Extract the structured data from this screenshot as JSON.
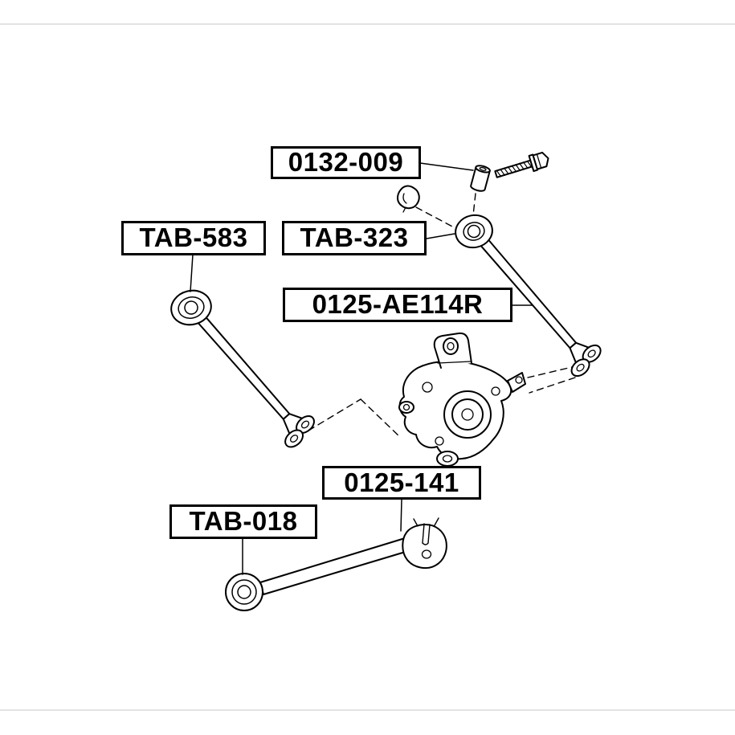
{
  "diagram": {
    "type": "exploded-parts-drawing",
    "subject": "rear suspension lateral control rods, bushings and knuckle",
    "colors": {
      "ink": "#000000",
      "paper": "#ffffff",
      "frame_line": "#d9d9d9"
    },
    "labels": [
      {
        "id": "0132-009",
        "text": "0132-009"
      },
      {
        "id": "TAB-583",
        "text": "TAB-583"
      },
      {
        "id": "TAB-323",
        "text": "TAB-323"
      },
      {
        "id": "0125-AE114R",
        "text": "0125-AE114R"
      },
      {
        "id": "0125-141",
        "text": "0125-141"
      },
      {
        "id": "TAB-018",
        "text": "TAB-018"
      }
    ]
  }
}
